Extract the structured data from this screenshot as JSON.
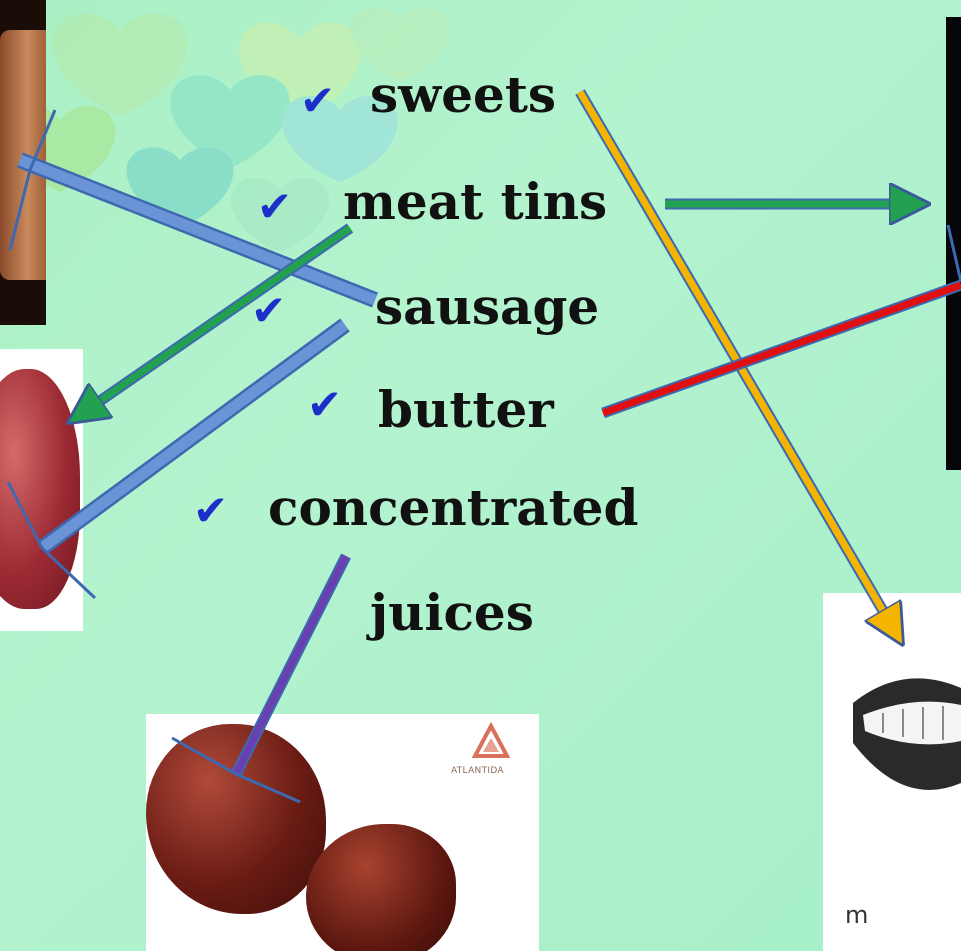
{
  "items": [
    {
      "label": "sweets"
    },
    {
      "label": "meat tins"
    },
    {
      "label": "sausage"
    },
    {
      "label": "butter"
    },
    {
      "label": "concentrated"
    },
    {
      "label": "juices"
    }
  ],
  "check_glyph": "✔",
  "logo": {
    "text": "ATLANTIDA"
  },
  "mouth_caption": "m",
  "colors": {
    "background": "#aef1c8",
    "check": "#1c2fc9",
    "arrow_blue": "#5f87c9",
    "arrow_green": "#22a150",
    "arrow_yellow": "#f5b400",
    "arrow_red": "#e01010",
    "arrow_purple": "#6a3fb0"
  },
  "icons": [
    "heart-pattern",
    "face-photo",
    "liver-organ",
    "kidney-beans",
    "mouth-illustration",
    "dark-panel"
  ]
}
